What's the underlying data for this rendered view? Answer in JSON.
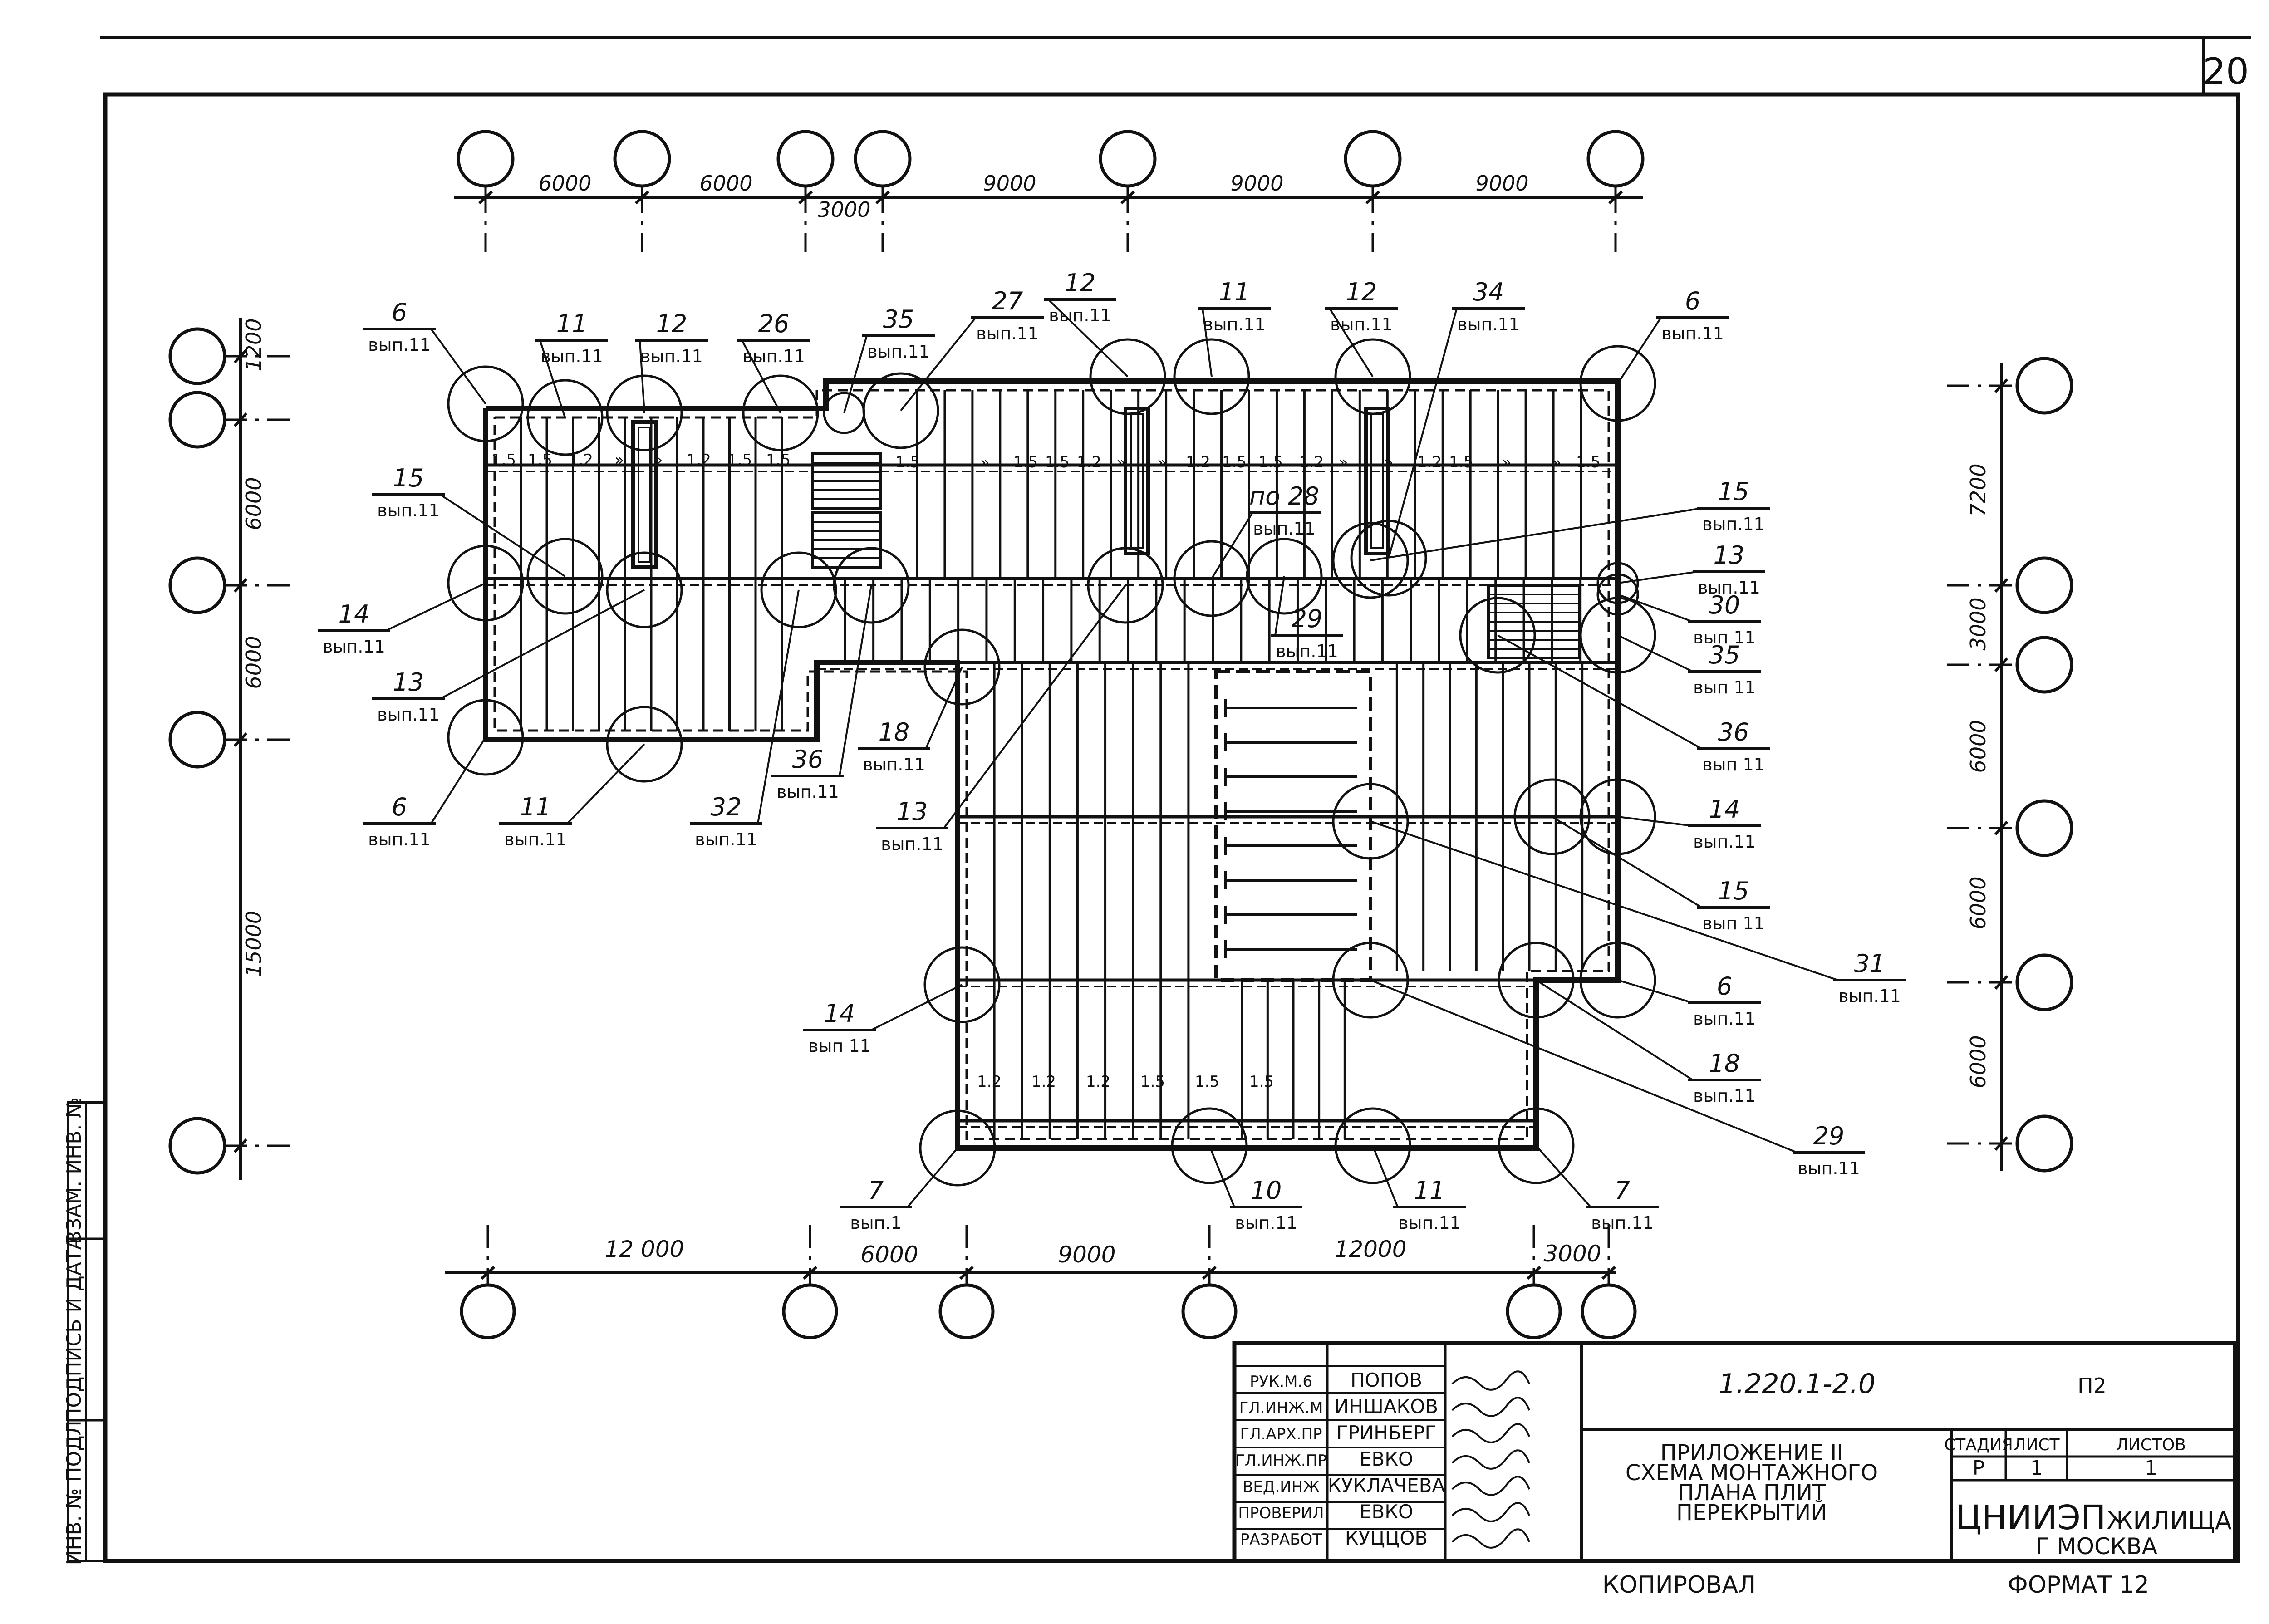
{
  "sheet": {
    "page_number": "20",
    "copied_by": "КОПИРОВАЛ",
    "format": "ФОРМАТ 12",
    "stamp_strip": [
      "ИНВ. № ПОДЛ",
      "ПОДПИСЬ И ДАТА",
      "ВЗАМ. ИНВ. №"
    ]
  },
  "top_axis": {
    "dims": [
      "6000",
      "6000",
      "3000",
      "9000",
      "9000",
      "9000"
    ]
  },
  "bottom_axis": {
    "dims": [
      "12 000",
      "6000",
      "9000",
      "12000",
      "3000"
    ]
  },
  "left_axis": {
    "dims": [
      "1200",
      "6000",
      "6000",
      "15000"
    ]
  },
  "right_axis": {
    "dims": [
      "7200",
      "3000",
      "6000",
      "6000",
      "6000"
    ]
  },
  "callouts": [
    {
      "num": "6",
      "ref": "вып.11"
    },
    {
      "num": "11",
      "ref": "вып.11"
    },
    {
      "num": "12",
      "ref": "вып.11"
    },
    {
      "num": "26",
      "ref": "вып.11"
    },
    {
      "num": "35",
      "ref": "вып.11"
    },
    {
      "num": "27",
      "ref": "вып.11"
    },
    {
      "num": "12",
      "ref": "вып.11"
    },
    {
      "num": "11",
      "ref": "вып.11"
    },
    {
      "num": "12",
      "ref": "вып.11"
    },
    {
      "num": "34",
      "ref": "вып.11"
    },
    {
      "num": "6",
      "ref": "вып.11"
    },
    {
      "num": "15",
      "ref": "вып.11"
    },
    {
      "num": "14",
      "ref": "вып.11"
    },
    {
      "num": "13",
      "ref": "вып.11"
    },
    {
      "num": "6",
      "ref": "вып.11"
    },
    {
      "num": "11",
      "ref": "вып.11"
    },
    {
      "num": "32",
      "ref": "вып.11"
    },
    {
      "num": "36",
      "ref": "вып.11"
    },
    {
      "num": "18",
      "ref": "вып.11"
    },
    {
      "num": "13",
      "ref": "вып.11"
    },
    {
      "num": "по 28",
      "ref": "вып.11"
    },
    {
      "num": "29",
      "ref": "вып.11"
    },
    {
      "num": "15",
      "ref": "вып.11"
    },
    {
      "num": "13",
      "ref": "вып.11"
    },
    {
      "num": "30",
      "ref": "вып 11"
    },
    {
      "num": "35",
      "ref": "вып 11"
    },
    {
      "num": "36",
      "ref": "вып 11"
    },
    {
      "num": "14",
      "ref": "вып.11"
    },
    {
      "num": "15",
      "ref": "вып 11"
    },
    {
      "num": "31",
      "ref": "вып.11"
    },
    {
      "num": "6",
      "ref": "вып.11"
    },
    {
      "num": "18",
      "ref": "вып.11"
    },
    {
      "num": "29",
      "ref": "вып.11"
    },
    {
      "num": "14",
      "ref": "вып 11"
    },
    {
      "num": "7",
      "ref": "вып.1"
    },
    {
      "num": "10",
      "ref": "вып.11"
    },
    {
      "num": "11",
      "ref": "вып.11"
    },
    {
      "num": "7",
      "ref": "вып.11"
    }
  ],
  "slab_marks": [
    "1.5",
    "1.5",
    "1.2",
    "»",
    "»",
    "1.2",
    "1.5",
    "1.5",
    "1.5",
    "»",
    "1.5",
    "1.5",
    "1.2",
    "»",
    "»",
    "1.2",
    "1.5",
    "1.5",
    "1.2",
    "»",
    "»",
    "1.2",
    "1.5",
    "»",
    "»",
    "1.5",
    "1.2",
    "1.2",
    "1.2",
    "1.5",
    "1.5",
    "1.5"
  ],
  "title_block": {
    "code": "1.220.1-2.0",
    "sheet_code": "П2",
    "title_lines": [
      "ПРИЛОЖЕНИЕ II",
      "СХЕМА МОНТАЖНОГО",
      "ПЛАНА ПЛИТ",
      "ПЕРЕКРЫТИЙ"
    ],
    "roles": [
      {
        "role": "РУК.М.6",
        "name": "ПОПОВ"
      },
      {
        "role": "ГЛ.ИНЖ.М",
        "name": "ИНШАКОВ"
      },
      {
        "role": "ГЛ.АРХ.ПР",
        "name": "ГРИНБЕРГ"
      },
      {
        "role": "ГЛ.ИНЖ.ПР",
        "name": "ЕВКО"
      },
      {
        "role": "ВЕД.ИНЖ",
        "name": "КУКЛАЧЕВА"
      },
      {
        "role": "ПРОВЕРИЛ",
        "name": "ЕВКО"
      },
      {
        "role": "РАЗРАБОТ",
        "name": "КУЦЦОВ"
      }
    ],
    "stage_label": "СТАДИЯ",
    "sheet_label": "ЛИСТ",
    "sheets_label": "ЛИСТОВ",
    "stage": "Р",
    "sheet": "1",
    "sheets": "1",
    "org_name": "ЦНИИЭП",
    "org_suffix": "ЖИЛИЩА",
    "city": "Г МОСКВА"
  }
}
